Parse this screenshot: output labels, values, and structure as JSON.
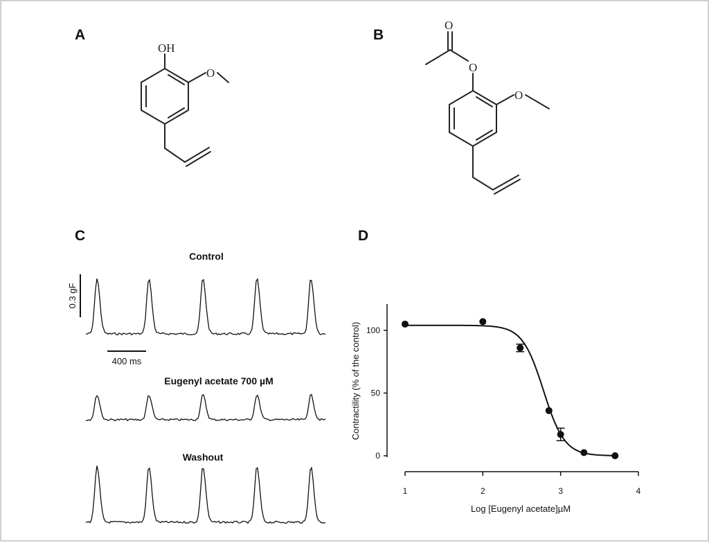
{
  "figure": {
    "panel_a": "A",
    "panel_b": "B",
    "panel_c": "C",
    "panel_d": "D"
  },
  "structure_a": {
    "oh_label": "OH"
  },
  "structure_b": {
    "o_carbonyl_label": "O",
    "o_ester_label": "O"
  },
  "panel_c": {
    "trace_titles": [
      "Control",
      "Eugenyl acetate 700 µM",
      "Washout"
    ],
    "scale_y_label": "0.3 gF",
    "scale_x_label": "400 ms",
    "relative_amplitudes": [
      1.0,
      0.45,
      1.0
    ],
    "peaks_per_trace": 5
  },
  "chart_data": {
    "type": "scatter",
    "title": "",
    "xlabel": "Log [Eugenyl acetate]µM",
    "ylabel": "Contractility (% of the control)",
    "xlim": [
      1,
      4
    ],
    "ylim": [
      0,
      120
    ],
    "xticks": [
      1,
      2,
      3,
      4
    ],
    "yticks": [
      0,
      50,
      100
    ],
    "grid": false,
    "series": [
      {
        "x": [
          1.0,
          2.0,
          2.48,
          2.85,
          3.0,
          3.3,
          3.7
        ],
        "y": [
          105,
          107,
          86,
          36,
          17,
          2.5,
          0
        ],
        "error": [
          0,
          0,
          3,
          0,
          5,
          0,
          0
        ]
      }
    ],
    "fit": {
      "top": 104,
      "bottom": 0,
      "log_ic50": 2.78,
      "hill": 3.2
    }
  }
}
